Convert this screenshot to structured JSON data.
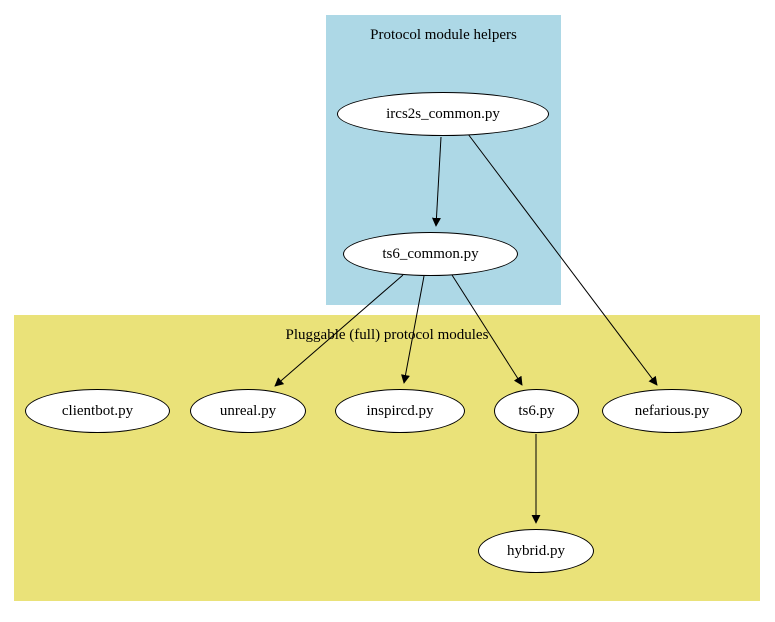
{
  "diagram": {
    "clusters": {
      "helpers": {
        "label": "Protocol module helpers",
        "bg_color": "#add8e6"
      },
      "pluggable": {
        "label": "Pluggable (full) protocol modules",
        "bg_color": "#eae279"
      }
    },
    "nodes": {
      "ircs2s_common": {
        "label": "ircs2s_common.py"
      },
      "ts6_common": {
        "label": "ts6_common.py"
      },
      "clientbot": {
        "label": "clientbot.py"
      },
      "unreal": {
        "label": "unreal.py"
      },
      "inspircd": {
        "label": "inspircd.py"
      },
      "ts6": {
        "label": "ts6.py"
      },
      "nefarious": {
        "label": "nefarious.py"
      },
      "hybrid": {
        "label": "hybrid.py"
      }
    },
    "edges": [
      {
        "from": "ircs2s_common.py",
        "to": "ts6_common.py"
      },
      {
        "from": "ircs2s_common.py",
        "to": "nefarious.py"
      },
      {
        "from": "ts6_common.py",
        "to": "unreal.py"
      },
      {
        "from": "ts6_common.py",
        "to": "inspircd.py"
      },
      {
        "from": "ts6_common.py",
        "to": "ts6.py"
      },
      {
        "from": "ts6.py",
        "to": "hybrid.py"
      }
    ],
    "node_fill": "#ffffff",
    "node_stroke": "#000000",
    "edge_color": "#000000"
  }
}
